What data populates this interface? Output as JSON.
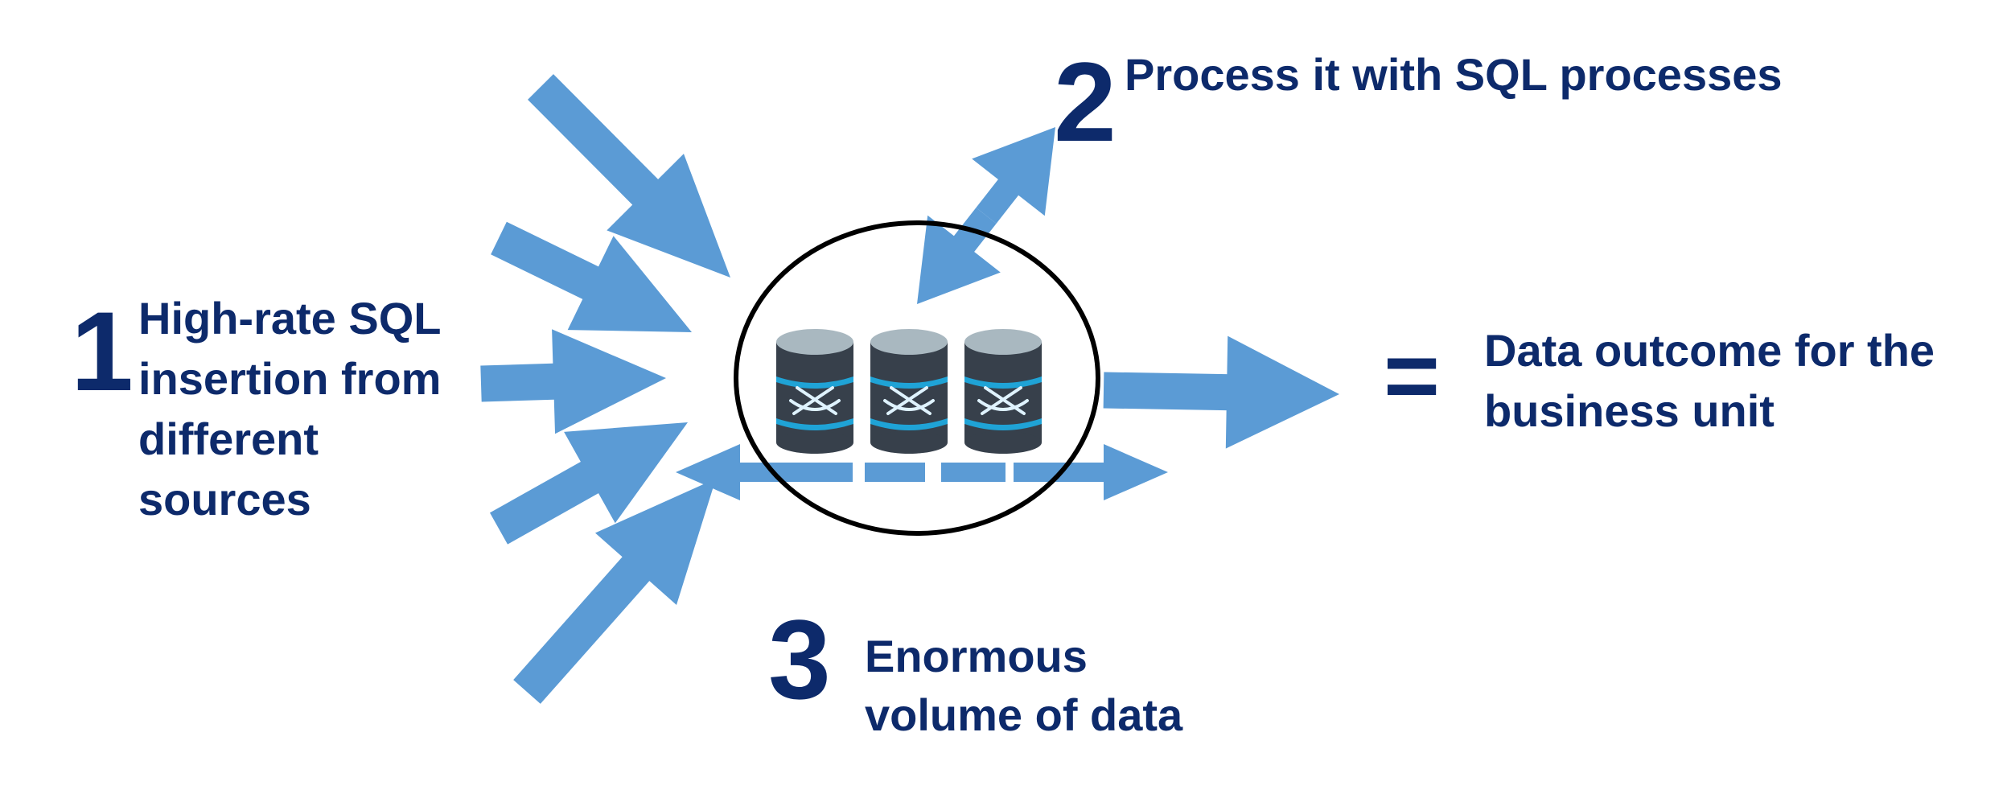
{
  "colors": {
    "arrow": "#5b9bd5",
    "text": "#0d2a6b",
    "circle": "#000000",
    "db_body": "#37404b",
    "db_top": "#a9b8c0",
    "db_stripe": "#1fa3d6"
  },
  "steps": [
    {
      "number": "1",
      "lines": [
        "High-rate SQL",
        "insertion from",
        "different",
        "sources"
      ]
    },
    {
      "number": "2",
      "lines": [
        "Process it with SQL processes"
      ]
    },
    {
      "number": "3",
      "lines": [
        "Enormous",
        "volume of data"
      ]
    }
  ],
  "result": {
    "symbol": "=",
    "lines": [
      "Data outcome for the",
      "business unit"
    ]
  },
  "icons": {
    "database": "database-cylinder-icon",
    "logo": "crossed-swords-logo-icon"
  }
}
